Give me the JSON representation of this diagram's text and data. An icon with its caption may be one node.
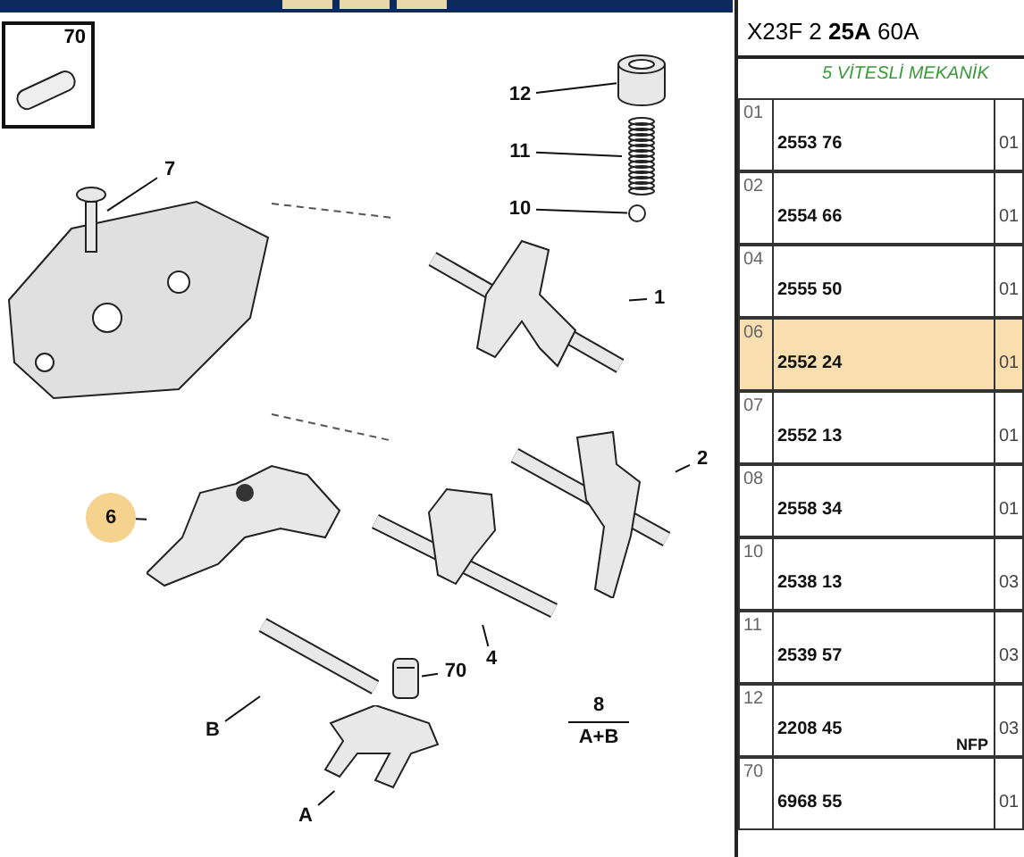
{
  "diagram": {
    "nodes": [
      {
        "text": [
          "70"
        ]
      },
      {
        "text": [
          "12"
        ]
      },
      {
        "text": [],
        "shape": "cylinder"
      },
      {
        "text": [
          "11"
        ]
      },
      {
        "text": [],
        "shape": "picture"
      },
      {
        "text": [
          "10"
        ]
      },
      {
        "text": [],
        "shape": "circle"
      },
      {
        "text": [
          "7"
        ]
      },
      {
        "text": [],
        "shape": "picture"
      },
      {
        "text": [
          "1"
        ]
      },
      {
        "text": [],
        "shape": "picture"
      },
      {
        "text": [
          "2"
        ]
      },
      {
        "text": [],
        "shape": "picture"
      },
      {
        "text": [
          "6"
        ]
      },
      {
        "text": [],
        "shape": "picture"
      },
      {
        "text": [
          "4"
        ]
      },
      {
        "text": [],
        "shape": "picture"
      },
      {
        "text": [
          "B"
        ]
      },
      {
        "text": [],
        "shape": "picture"
      },
      {
        "text": [
          "70"
        ]
      },
      {
        "text": [],
        "shape": "box"
      },
      {
        "text": [
          "A"
        ]
      },
      {
        "text": [],
        "shape": "picture"
      }
    ],
    "edges": [
      {
        "from": 1,
        "to": 2,
        "arrow": "none"
      },
      {
        "from": 3,
        "to": 4,
        "arrow": "none"
      },
      {
        "from": 5,
        "to": 6,
        "arrow": "none"
      },
      {
        "from": 7,
        "to": 8,
        "arrow": "none"
      },
      {
        "from": 9,
        "to": 10,
        "arrow": "none"
      },
      {
        "from": 11,
        "to": 12,
        "arrow": "none"
      },
      {
        "from": 13,
        "to": 14,
        "arrow": "none"
      },
      {
        "from": 15,
        "to": 16,
        "arrow": "none"
      },
      {
        "from": 17,
        "to": 18,
        "arrow": "none"
      },
      {
        "from": 19,
        "to": 20,
        "arrow": "none"
      },
      {
        "from": 21,
        "to": 22,
        "arrow": "none"
      }
    ],
    "labels": [
      "8",
      "A+B",
      "X23F 2 **25A** 60A",
      "5 VİTESLİ MEKANİK",
      "01",
      "2553 76",
      "01",
      "02",
      "2554 66",
      "01",
      "04",
      "2555 50",
      "01",
      "06",
      "2552 24",
      "01",
      "07",
      "2552 13",
      "01",
      "08",
      "2558 34",
      "01",
      "10",
      "2538 13",
      "03",
      "11",
      "2539 57",
      "03",
      "12",
      "2208 45",
      "NFP",
      "03",
      "70",
      "6968 55",
      "01"
    ]
  }
}
